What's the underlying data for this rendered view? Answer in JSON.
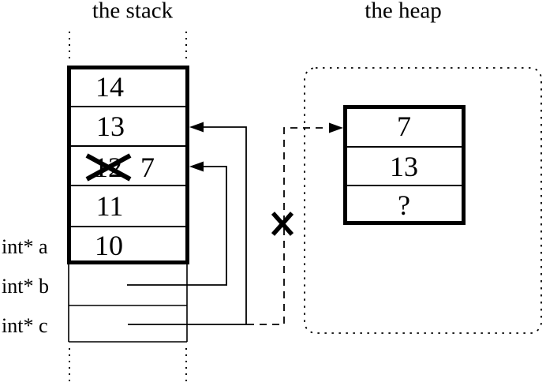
{
  "colors": {
    "ink": "#000000",
    "background": "#ffffff"
  },
  "stack": {
    "title": "the stack",
    "frame_cells": [
      {
        "value": "14"
      },
      {
        "value": "13"
      },
      {
        "old_value": "12",
        "new_value": "7",
        "crossed_out": true
      },
      {
        "value": "11"
      },
      {
        "value": "10"
      }
    ],
    "pointer_rows": [
      {
        "label": "int* a"
      },
      {
        "label": "int* b"
      },
      {
        "label": "int* c"
      }
    ]
  },
  "heap": {
    "title": "the heap",
    "block_cells": [
      {
        "value": "7"
      },
      {
        "value": "13"
      },
      {
        "value": "?"
      }
    ]
  }
}
